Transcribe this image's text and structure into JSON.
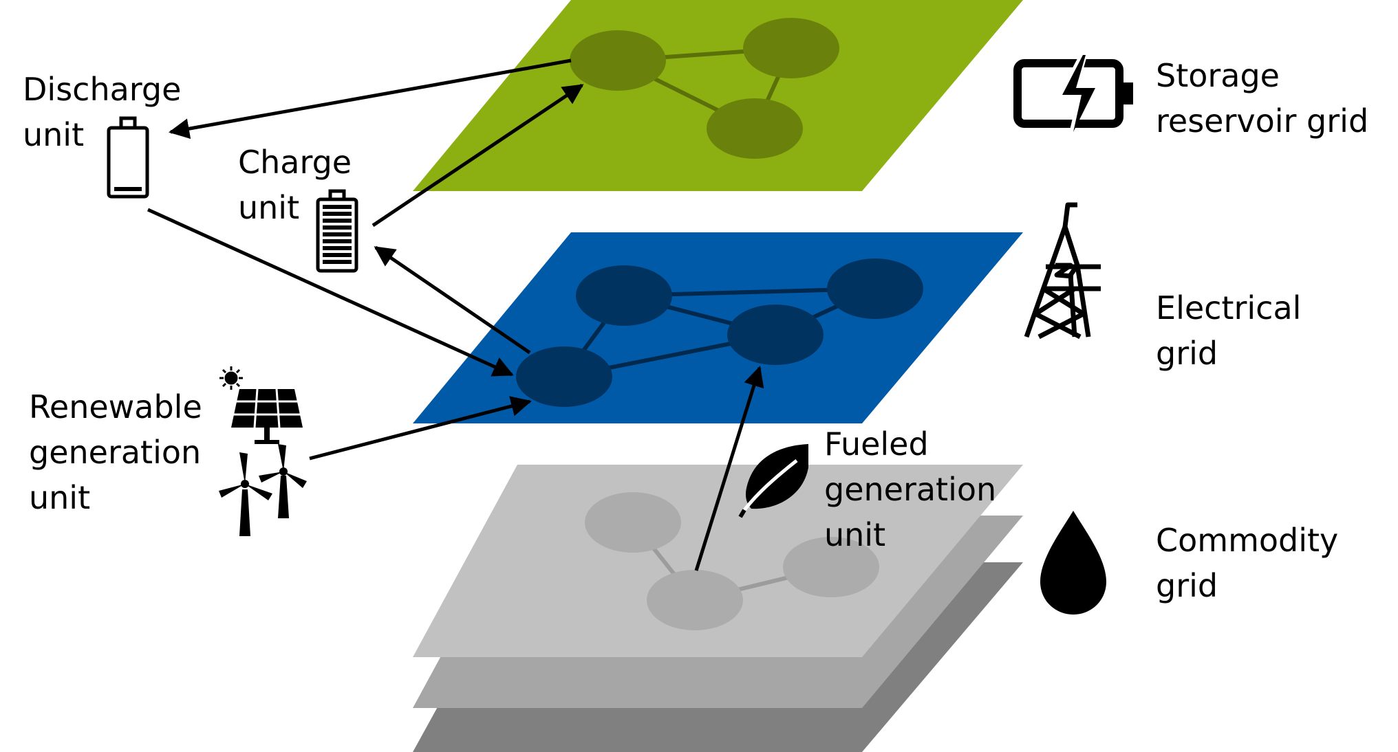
{
  "colors": {
    "storage_plane": "#8cb012",
    "storage_node": "#6a820b",
    "storage_edge": "#5b7009",
    "electrical_plane": "#005aa8",
    "electrical_node": "#003360",
    "electrical_edge": "#00294d",
    "commodity_plane_front": "#c1c1c1",
    "commodity_plane_mid": "#a6a6a6",
    "commodity_plane_back": "#808080",
    "commodity_node": "#acacac",
    "commodity_edge": "#9c9c9c",
    "ink": "#000000"
  },
  "labels": {
    "discharge_unit": [
      "Discharge",
      "unit"
    ],
    "charge_unit": [
      "Charge",
      "unit"
    ],
    "renewable_unit": [
      "Renewable",
      "generation",
      "unit"
    ],
    "fueled_unit": [
      "Fueled",
      "generation",
      "unit"
    ],
    "storage_grid": [
      "Storage",
      "reservoir grid"
    ],
    "electrical_grid": [
      "Electrical",
      "grid"
    ],
    "commodity_grid": [
      "Commodity",
      "grid"
    ]
  },
  "icons": {
    "storage": "battery-bolt-icon",
    "electrical": "transmission-tower-icon",
    "commodity": "droplet-icon",
    "discharge": "empty-battery-icon",
    "charge": "full-battery-icon",
    "renewable_solar": "solar-panel-icon",
    "renewable_sun": "sun-icon",
    "renewable_wind": "wind-turbine-icon",
    "fueled": "leaf-icon"
  }
}
